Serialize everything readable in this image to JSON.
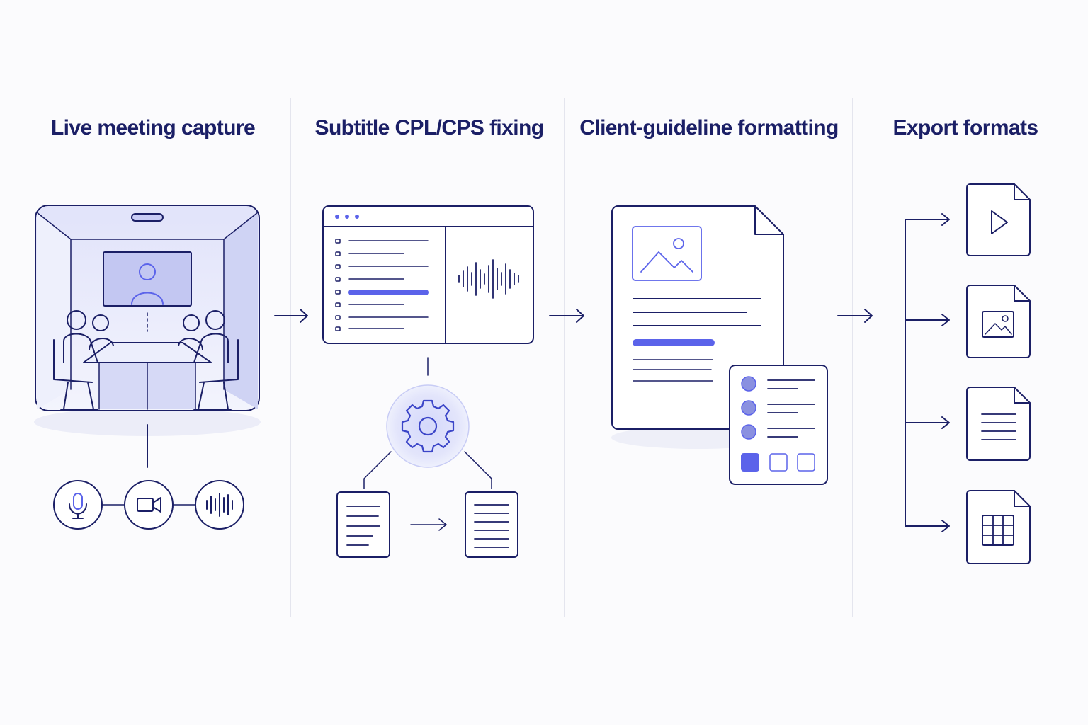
{
  "columns": [
    {
      "title": "Live meeting capture"
    },
    {
      "title": "Subtitle CPL/CPS fixing"
    },
    {
      "title": "Client-guideline formatting"
    },
    {
      "title": "Export formats"
    }
  ],
  "colors": {
    "stroke": "#1b1f66",
    "accent": "#5b63ea",
    "tint": "#dcdff8",
    "divider": "#e4e5ee",
    "background": "#fbfbfd"
  },
  "icons": {
    "capture": [
      "microphone-icon",
      "video-camera-icon",
      "audio-waveform-icon"
    ],
    "fixing": [
      "gear-icon",
      "document-icon"
    ],
    "exports": [
      "video-play-file-icon",
      "image-file-icon",
      "text-file-icon",
      "spreadsheet-file-icon"
    ]
  }
}
